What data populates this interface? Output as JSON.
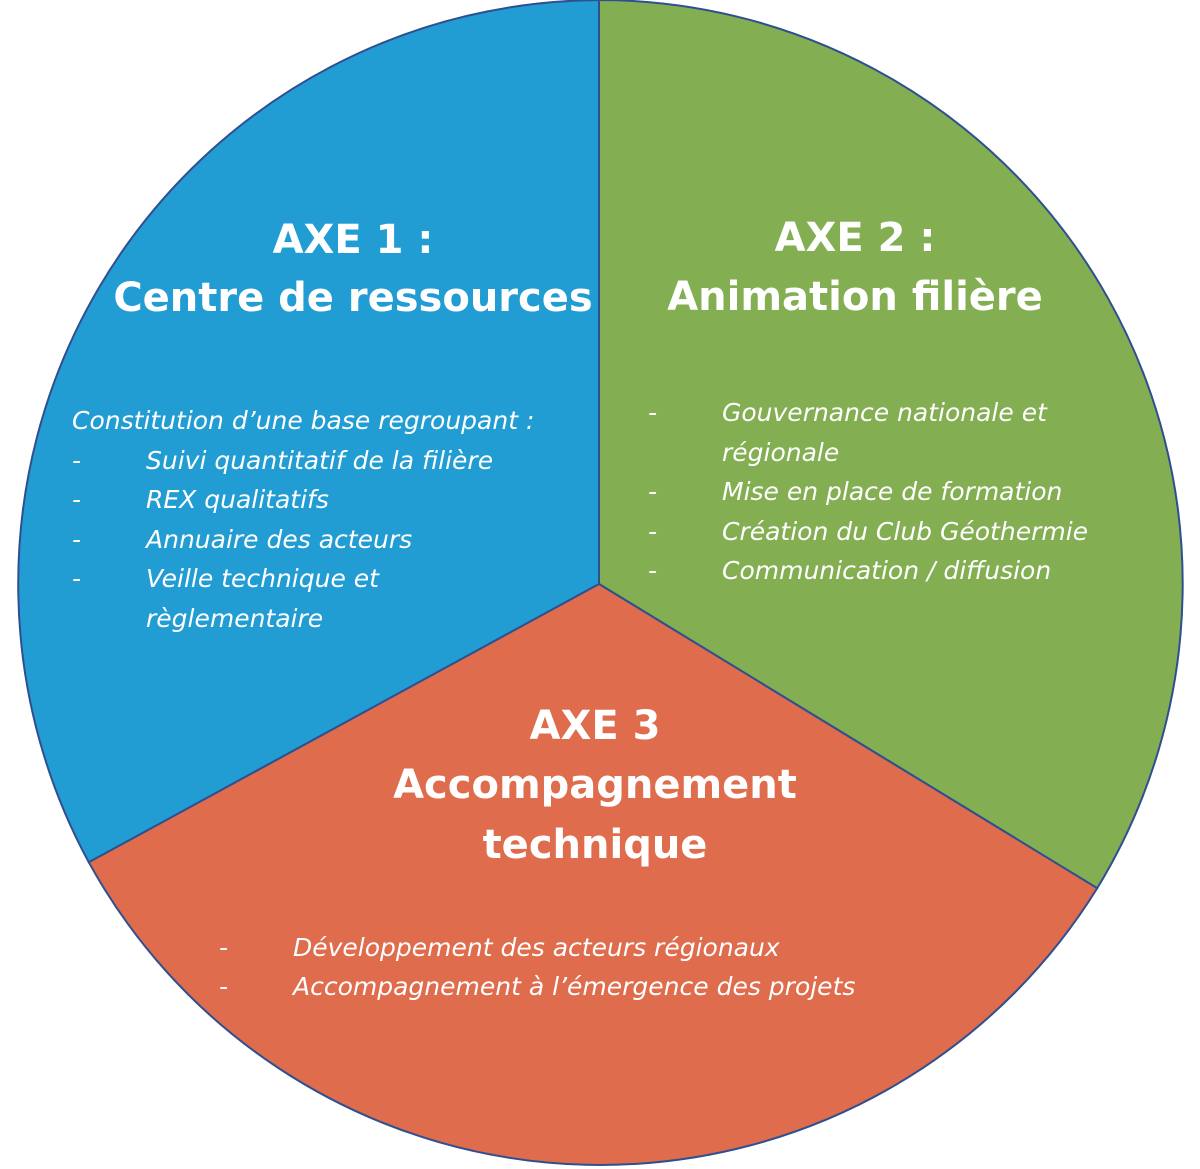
{
  "colors": {
    "axe1": "#229dd4",
    "axe2": "#83ae52",
    "axe3": "#de6c4d",
    "border": "#2f4f8f",
    "text": "#ffffff"
  },
  "axe1": {
    "title_line1": "AXE 1 :",
    "title_line2": "Centre de ressources",
    "intro": "Constitution d’une base regroupant :",
    "bullet": "-",
    "items": [
      "Suivi quantitatif de la filière",
      "REX qualitatifs",
      "Annuaire des acteurs",
      "Veille technique et",
      "règlementaire"
    ]
  },
  "axe2": {
    "title_line1": "AXE 2 :",
    "title_line2": "Animation filière",
    "bullet": "-",
    "items": [
      "Gouvernance nationale et",
      "régionale",
      "Mise en place de formation",
      "Création du Club Géothermie",
      "Communication / diffusion"
    ]
  },
  "axe3": {
    "title_line1": "AXE 3",
    "title_line2": "Accompagnement",
    "title_line3": "technique",
    "bullet": "-",
    "items": [
      "Développement des acteurs régionaux",
      "Accompagnement à l’émergence des projets"
    ]
  }
}
